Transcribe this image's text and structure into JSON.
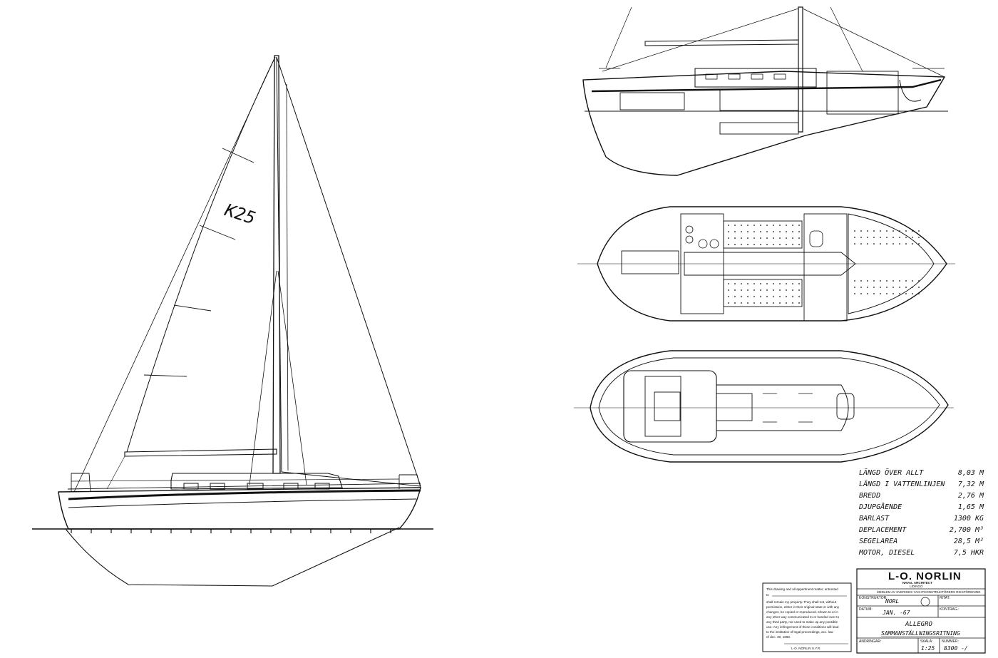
{
  "sail_number": "K25",
  "specifications": [
    {
      "label": "LÄNGD ÖVER ALLT",
      "value": "8,03 M"
    },
    {
      "label": "LÄNGD I VATTENLINJEN",
      "value": "7,32 M"
    },
    {
      "label": "BREDD",
      "value": "2,76 M"
    },
    {
      "label": "DJUPGÅENDE",
      "value": "1,65 M"
    },
    {
      "label": "BARLAST",
      "value": "1300 KG"
    },
    {
      "label": "DEPLACEMENT",
      "value": "2,700 M³"
    },
    {
      "label": "SEGELAREA",
      "value": "28,5 M²"
    },
    {
      "label": "MOTOR, DIESEL",
      "value": "7,5 HKR"
    }
  ],
  "title_block": {
    "firm": "L-O. NORLIN",
    "profession": "NAVAL ARCHITECT",
    "location": "LIDINGÖ",
    "membership": "MEDLEM AV SVERIGES YACHTKONSTRUKTÖRERS RIKSFÖRENING",
    "konstruktor_label": "KONSTRUKTOR:",
    "konstruktor_value": "NORL",
    "ritat_label": "RITAT:",
    "datum_label": "DATUM:",
    "datum_value": "JAN. -67",
    "kontrag_label": "KONTRAG.:",
    "project": "ALLEGRO",
    "drawing_title": "SAMMANSTÄLLNINGSRITNING",
    "andringar_label": "ÄNDRINGAR:",
    "skala_label": "SKALA:",
    "skala_value": "1:25",
    "nummer_label": "NUMMER:",
    "nummer_value": "8300 -/"
  },
  "notice": {
    "lines": [
      "This drawing and all appertinent matter, entrusted",
      "to",
      "shall remain my property. They shall not, without",
      "permission, either in their original state or with any",
      "changes, be copied or reproduced, shown to or in",
      "any other way communicated to or handed over to",
      "any third party, nor used to make up any possible",
      "use. Any infringement of these conditions will lead",
      "to the institution of legal proceedings, acc. law",
      "of dec. 30, 1960."
    ],
    "signature": "L-O. NORLIN S.Y.R."
  }
}
